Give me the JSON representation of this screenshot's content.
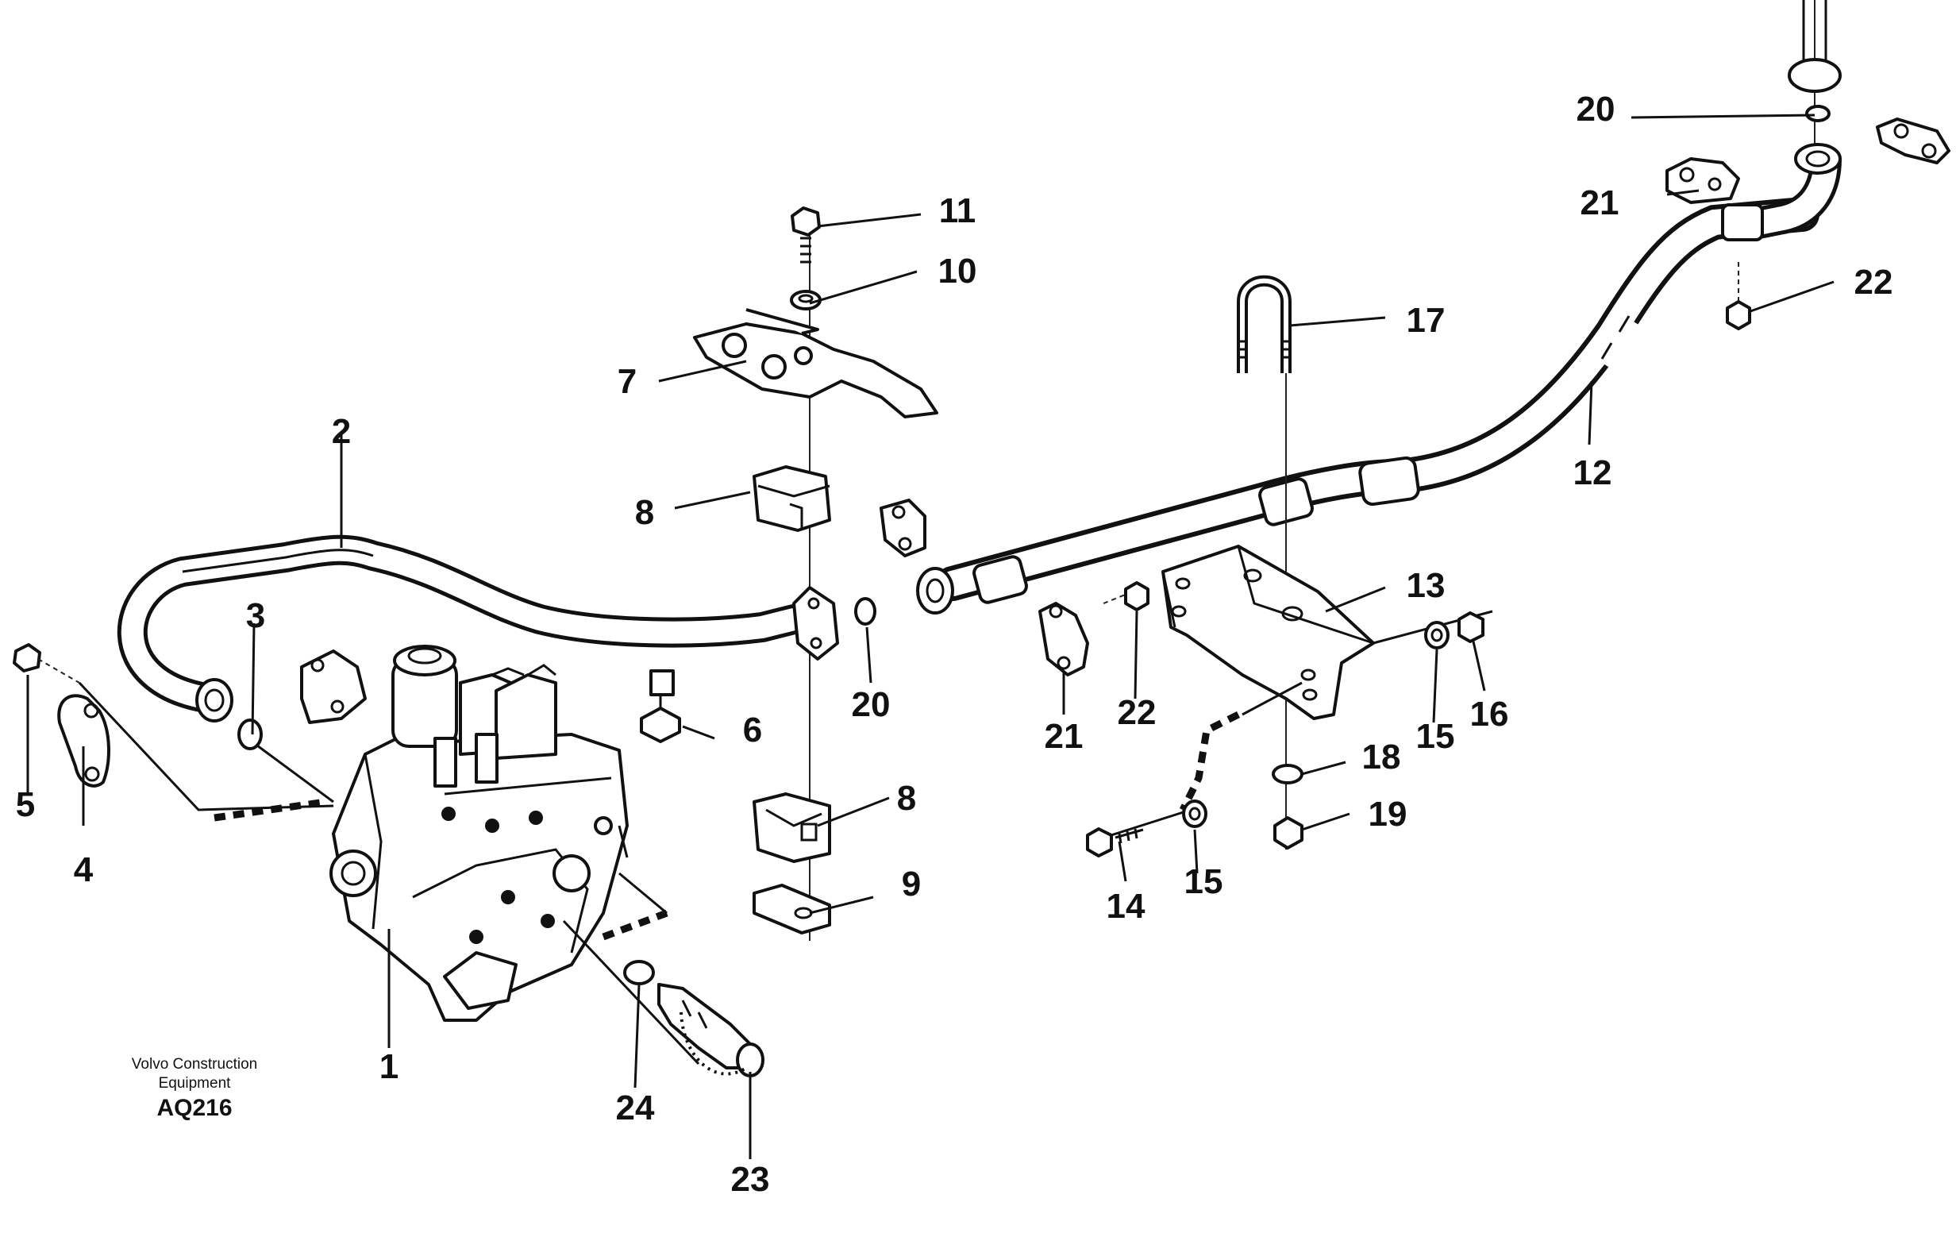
{
  "caption": {
    "brand_line1": "Volvo Construction",
    "brand_line2": "Equipment",
    "code": "AQ216"
  },
  "callouts": {
    "c1": "1",
    "c2": "2",
    "c3": "3",
    "c4": "4",
    "c5": "5",
    "c6": "6",
    "c7": "7",
    "c8a": "8",
    "c8b": "8",
    "c9": "9",
    "c10": "10",
    "c11": "11",
    "c12": "12",
    "c13": "13",
    "c14": "14",
    "c15a": "15",
    "c15b": "15",
    "c16": "16",
    "c17": "17",
    "c18": "18",
    "c19": "19",
    "c20a": "20",
    "c20b": "20",
    "c21a": "21",
    "c21b": "21",
    "c22a": "22",
    "c22b": "22",
    "c23": "23",
    "c24": "24"
  }
}
